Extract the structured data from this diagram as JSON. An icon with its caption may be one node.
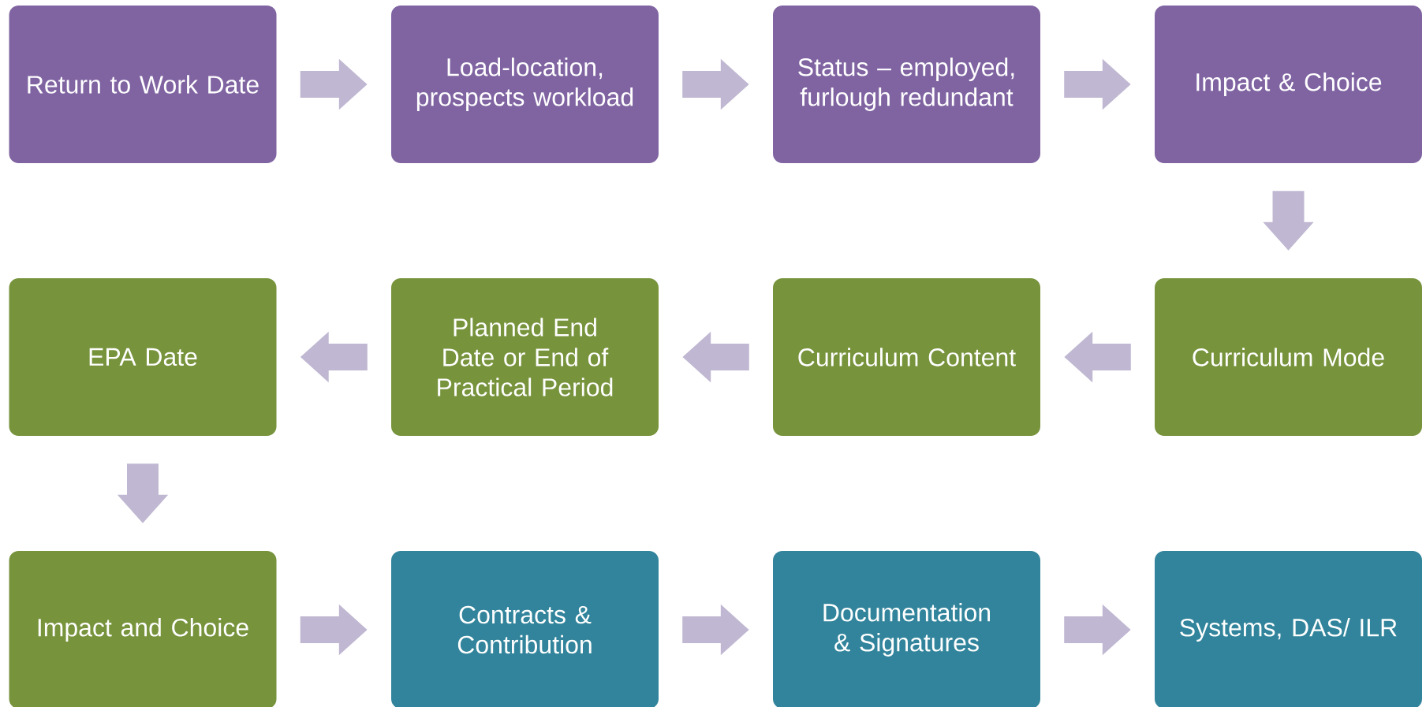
{
  "diagram": {
    "nodes": [
      {
        "text": [
          "Return to Work Date"
        ]
      },
      {
        "text": [
          "Load-location, prospects workload"
        ]
      },
      {
        "text": [
          "Status – employed, furlough redundant"
        ]
      },
      {
        "text": [
          "Impact & Choice"
        ]
      },
      {
        "text": [
          "EPA Date"
        ]
      },
      {
        "text": [
          "Planned End Date or End of Practical Period"
        ]
      },
      {
        "text": [
          "Curriculum Content"
        ]
      },
      {
        "text": [
          "Curriculum Mode"
        ]
      },
      {
        "text": [
          "Impact and Choice"
        ]
      },
      {
        "text": [
          "Contracts & Contribution"
        ]
      },
      {
        "text": [
          "Documentation & Signatures"
        ]
      },
      {
        "text": [
          "Systems, DAS/ ILR"
        ]
      }
    ],
    "edges": [
      {
        "from": 0,
        "to": 1,
        "arrow": "to"
      },
      {
        "from": 1,
        "to": 2,
        "arrow": "to"
      },
      {
        "from": 2,
        "to": 3,
        "arrow": "to"
      },
      {
        "from": 3,
        "to": 7,
        "arrow": "to"
      },
      {
        "from": 7,
        "to": 6,
        "arrow": "to"
      },
      {
        "from": 6,
        "to": 5,
        "arrow": "to"
      },
      {
        "from": 5,
        "to": 4,
        "arrow": "to"
      },
      {
        "from": 4,
        "to": 8,
        "arrow": "to"
      },
      {
        "from": 8,
        "to": 9,
        "arrow": "to"
      },
      {
        "from": 9,
        "to": 10,
        "arrow": "to"
      },
      {
        "from": 10,
        "to": 11,
        "arrow": "to"
      }
    ]
  }
}
